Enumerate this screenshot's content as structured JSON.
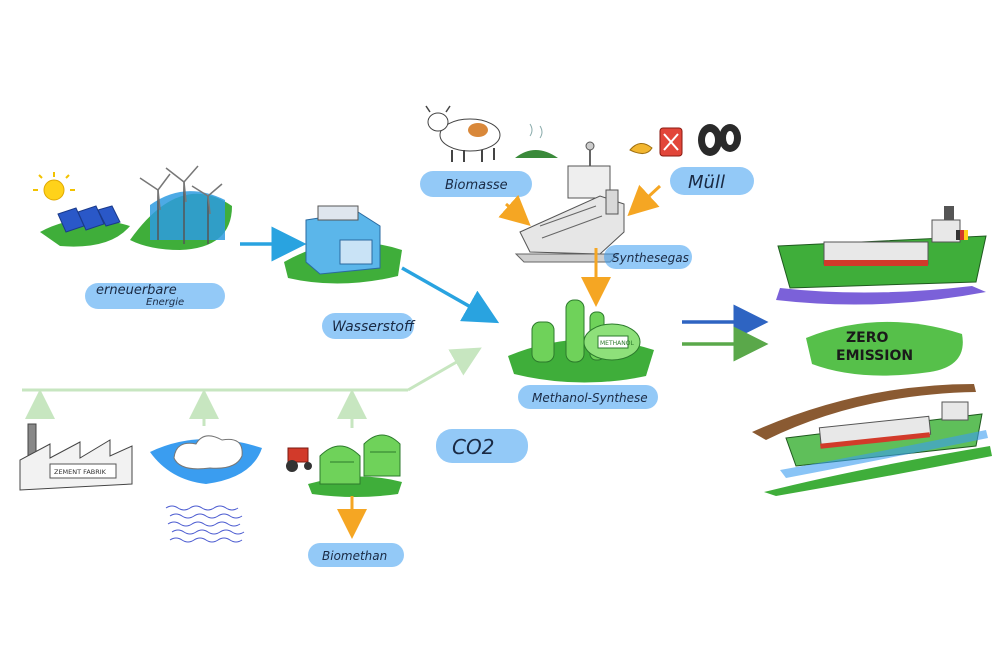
{
  "labels": {
    "renewable": "erneuerbare",
    "renewable_sub": "Energie",
    "hydrogen": "Wasserstoff",
    "biomass": "Biomasse",
    "waste": "Müll",
    "syngas": "Synthesegas",
    "methanol": "Methanol-Synthese",
    "co2": "CO2",
    "biomethane": "Biomethan",
    "zero": "ZERO",
    "emission": "EMISSION",
    "factory_sign": "ZEMENT FABRIK",
    "plant_sign": "METHANOL"
  },
  "colors": {
    "blue_arrow": "#29a3e0",
    "orange_arrow": "#f5a623",
    "green_arrow": "#c7e6c0",
    "dark_blue_arrow": "#2e64c2",
    "mid_green_arrow": "#5aa84a",
    "label_highlight": "#3a9df0",
    "grass": "#3fae3a",
    "zero_bg": "#56c04a"
  }
}
